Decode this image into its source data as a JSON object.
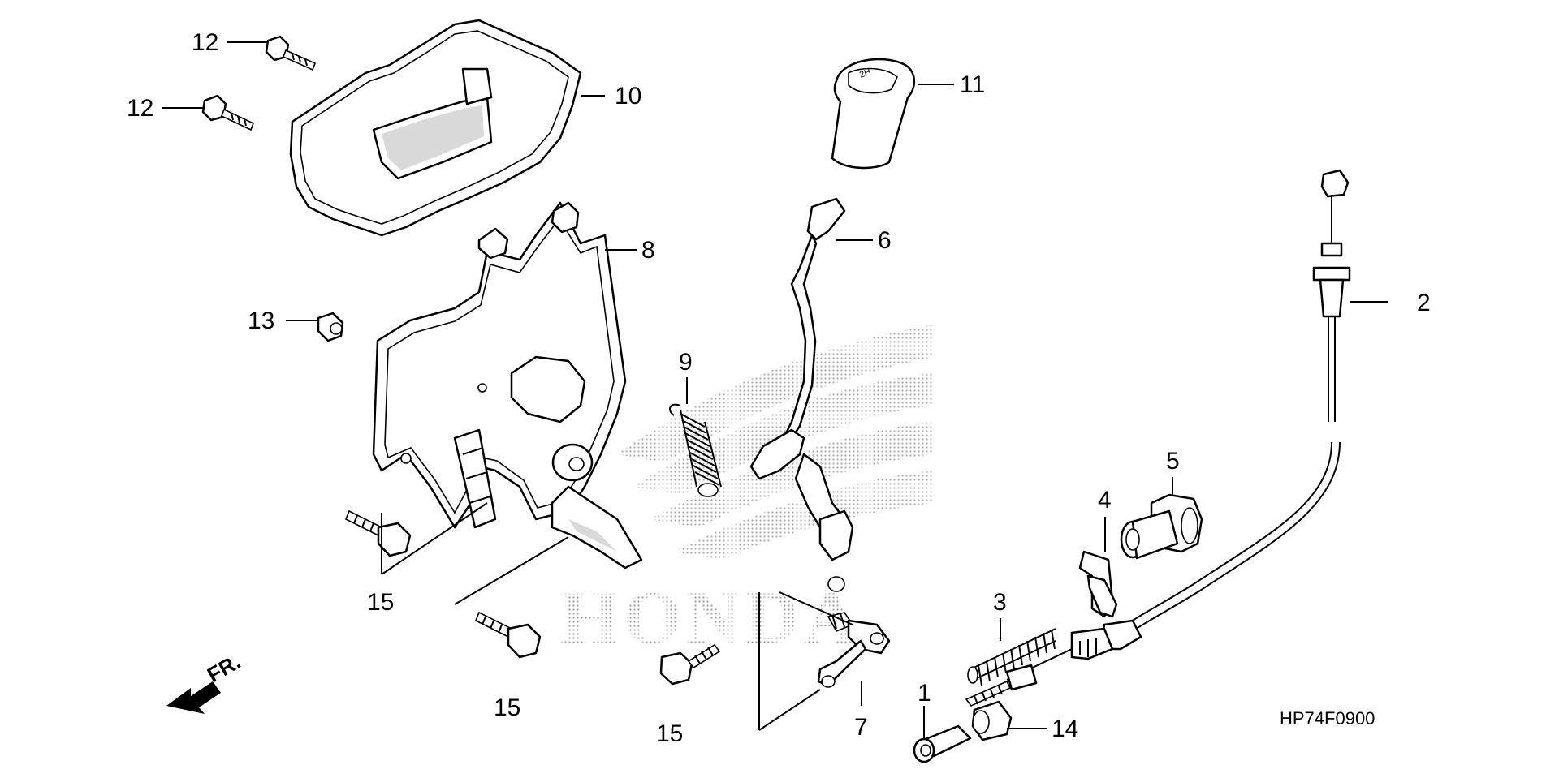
{
  "title": "",
  "diagram_code": "HP74F0900",
  "direction_label": "FR.",
  "watermark": "HONDA",
  "callouts": [
    {
      "id": "c1",
      "text": "1"
    },
    {
      "id": "c2",
      "text": "2"
    },
    {
      "id": "c3",
      "text": "3"
    },
    {
      "id": "c4",
      "text": "4"
    },
    {
      "id": "c5",
      "text": "5"
    },
    {
      "id": "c6",
      "text": "6"
    },
    {
      "id": "c7",
      "text": "7"
    },
    {
      "id": "c8",
      "text": "8"
    },
    {
      "id": "c9",
      "text": "9"
    },
    {
      "id": "c10",
      "text": "10"
    },
    {
      "id": "c11",
      "text": "11"
    },
    {
      "id": "c12a",
      "text": "12"
    },
    {
      "id": "c12b",
      "text": "12"
    },
    {
      "id": "c13",
      "text": "13"
    },
    {
      "id": "c14",
      "text": "14"
    },
    {
      "id": "c15a",
      "text": "15"
    },
    {
      "id": "c15b",
      "text": "15"
    },
    {
      "id": "c15c",
      "text": "15"
    }
  ]
}
